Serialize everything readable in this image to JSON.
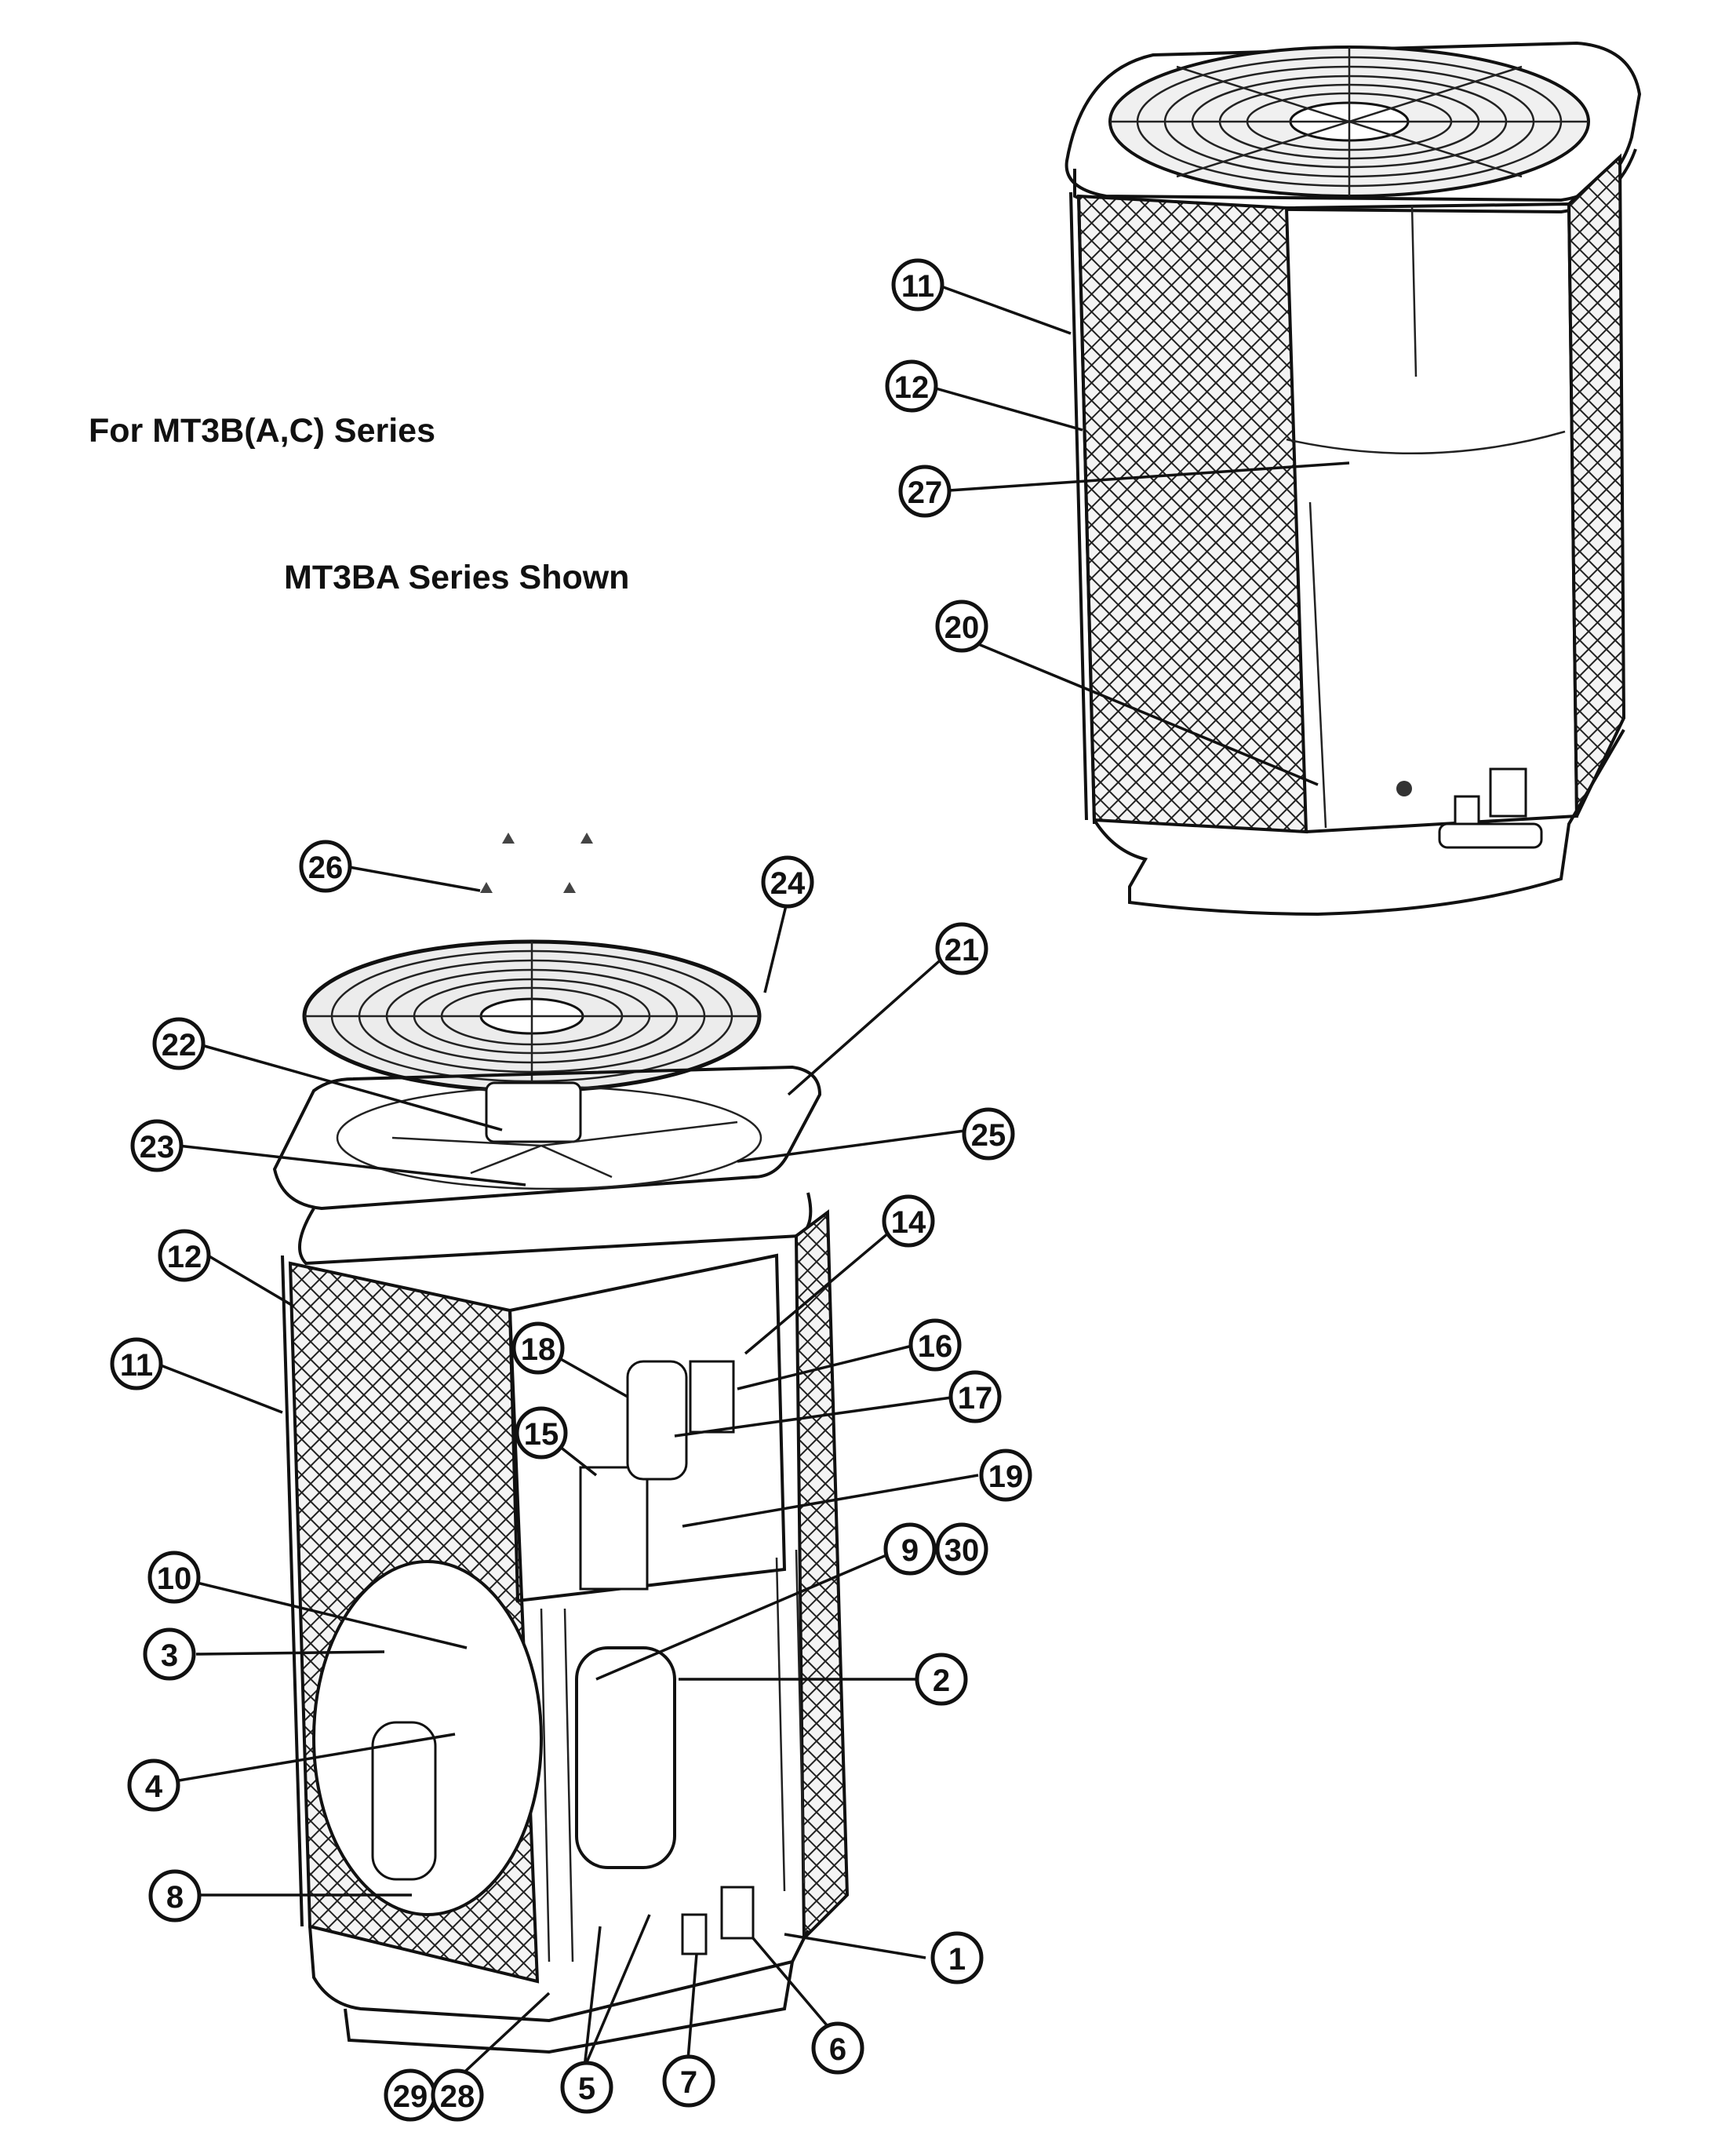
{
  "captions": {
    "series_title": "For MT3B(A,C) Series",
    "shown_title": "MT3BA Series Shown"
  },
  "callouts": [
    {
      "id": "c11a",
      "label": "11"
    },
    {
      "id": "c12a",
      "label": "12"
    },
    {
      "id": "c27",
      "label": "27"
    },
    {
      "id": "c20",
      "label": "20"
    },
    {
      "id": "c26",
      "label": "26"
    },
    {
      "id": "c24",
      "label": "24"
    },
    {
      "id": "c21",
      "label": "21"
    },
    {
      "id": "c22",
      "label": "22"
    },
    {
      "id": "c25",
      "label": "25"
    },
    {
      "id": "c23",
      "label": "23"
    },
    {
      "id": "c14",
      "label": "14"
    },
    {
      "id": "c12b",
      "label": "12"
    },
    {
      "id": "c11b",
      "label": "11"
    },
    {
      "id": "c18",
      "label": "18"
    },
    {
      "id": "c16",
      "label": "16"
    },
    {
      "id": "c17",
      "label": "17"
    },
    {
      "id": "c15",
      "label": "15"
    },
    {
      "id": "c19",
      "label": "19"
    },
    {
      "id": "c9",
      "label": "9"
    },
    {
      "id": "c30",
      "label": "30"
    },
    {
      "id": "c10",
      "label": "10"
    },
    {
      "id": "c3",
      "label": "3"
    },
    {
      "id": "c2",
      "label": "2"
    },
    {
      "id": "c4",
      "label": "4"
    },
    {
      "id": "c8",
      "label": "8"
    },
    {
      "id": "c1",
      "label": "1"
    },
    {
      "id": "c6",
      "label": "6"
    },
    {
      "id": "c29",
      "label": "29"
    },
    {
      "id": "c28",
      "label": "28"
    },
    {
      "id": "c5",
      "label": "5"
    },
    {
      "id": "c7",
      "label": "7"
    }
  ]
}
